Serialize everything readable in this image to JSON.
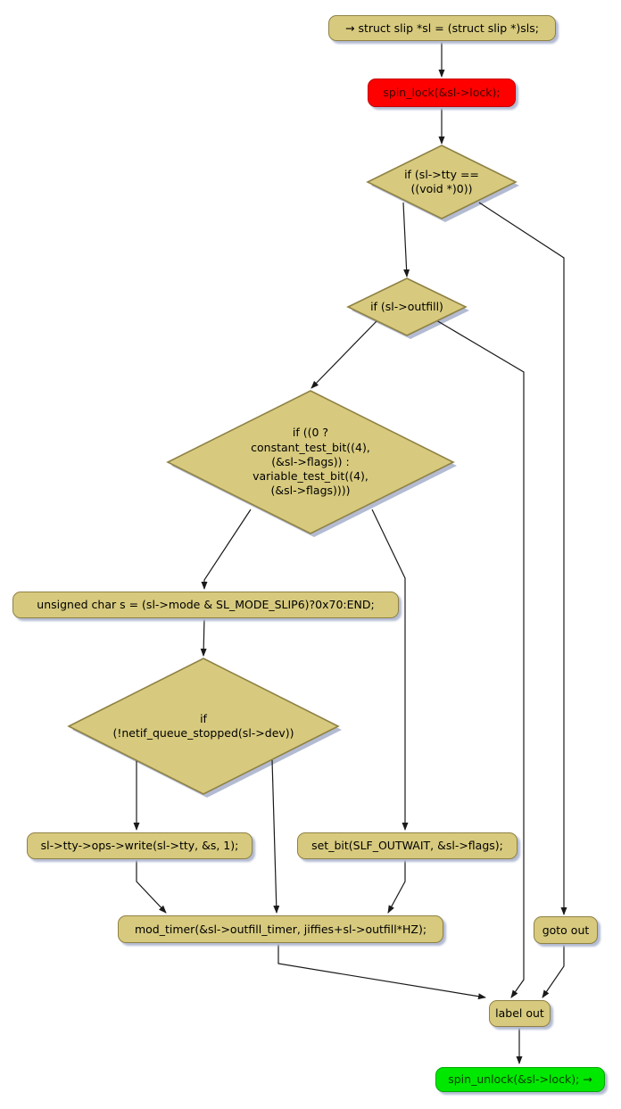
{
  "colors": {
    "node_fill": "#d7ca7e",
    "node_border": "#8f8144",
    "lock_fill": "#ff0000",
    "lock_border": "#c40000",
    "lock_text": "#400800",
    "unlock_fill": "#00e800",
    "unlock_border": "#00a800",
    "unlock_text": "#0b3a00",
    "shadow": "#b3bbd3",
    "edge": "#1a1a1a"
  },
  "nodes": {
    "start": {
      "label": "→ struct slip *sl = (struct slip *)sls;"
    },
    "spin_lock": {
      "label": "spin_lock(&sl->lock);"
    },
    "tty_check": {
      "label": "if (sl->tty ==\n((void *)0))"
    },
    "outfill_check": {
      "label": "if (sl->outfill)"
    },
    "test_bit_check": {
      "label": "if ((0 ?\nconstant_test_bit((4),\n(&sl->flags)) :\nvariable_test_bit((4),\n(&sl->flags))))"
    },
    "assign_s": {
      "label": "unsigned char s = (sl->mode & SL_MODE_SLIP6)?0x70:END;"
    },
    "queue_check": {
      "label": "if\n(!netif_queue_stopped(sl->dev))"
    },
    "tty_write": {
      "label": "sl->tty->ops->write(sl->tty, &s, 1);"
    },
    "set_bit": {
      "label": "set_bit(SLF_OUTWAIT, &sl->flags);"
    },
    "mod_timer": {
      "label": "mod_timer(&sl->outfill_timer, jiffies+sl->outfill*HZ);"
    },
    "goto_out": {
      "label": "goto out"
    },
    "label_out": {
      "label": "label out"
    },
    "spin_unlock": {
      "label": "spin_unlock(&sl->lock); →"
    }
  }
}
